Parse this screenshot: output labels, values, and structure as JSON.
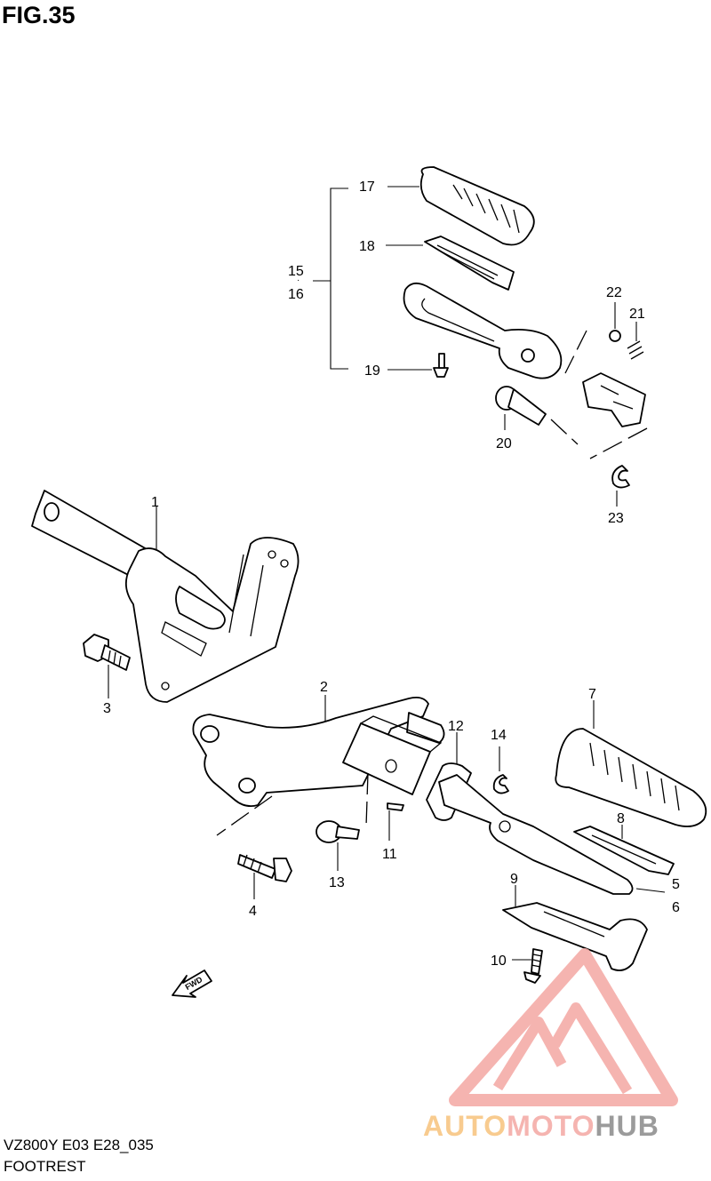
{
  "figure": {
    "title": "FIG.35"
  },
  "footer": {
    "code": "VZ800Y E03 E28_035",
    "name": "FOOTREST"
  },
  "direction_arrow": {
    "label": "FWD"
  },
  "watermark": {
    "text": "AUTOMOTOHUB",
    "color_red": "#f4a7a3",
    "color_orange": "#f7c37c",
    "color_gray": "#8a8a8a"
  },
  "callouts": {
    "c1": "1",
    "c2": "2",
    "c3": "3",
    "c4": "4",
    "c5": "5",
    "c6": "6",
    "c7": "7",
    "c8": "8",
    "c9": "9",
    "c10": "10",
    "c11": "11",
    "c12": "12",
    "c13": "13",
    "c14": "14",
    "c15": "15",
    "c16": "16",
    "c17": "17",
    "c18": "18",
    "c19": "19",
    "c20": "20",
    "c21": "21",
    "c22": "22",
    "c23": "23"
  }
}
